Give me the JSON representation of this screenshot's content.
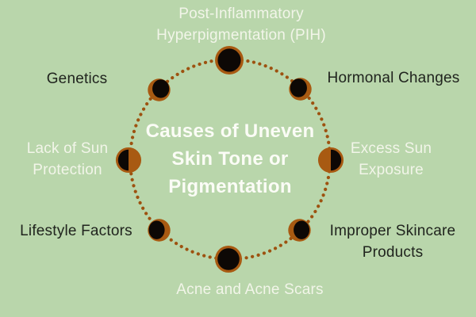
{
  "diagram": {
    "title_lines": [
      "Causes of Uneven",
      "Skin Tone or",
      "Pigmentation"
    ],
    "nodes": [
      {
        "id": "post-inflammatory-hyperpigmentation",
        "label_lines": [
          "Post-Inflammatory",
          "Hyperpigmentation (PIH)"
        ],
        "position": "top",
        "icon": "new-moon-icon",
        "tone": "light"
      },
      {
        "id": "hormonal-changes",
        "label_lines": [
          "Hormonal Changes"
        ],
        "position": "top-right",
        "icon": "eclipse-up-left-icon",
        "tone": "dark"
      },
      {
        "id": "excess-sun-exposure",
        "label_lines": [
          "Excess Sun",
          "Exposure"
        ],
        "position": "right",
        "icon": "half-moon-right-icon",
        "tone": "light"
      },
      {
        "id": "improper-skincare-products",
        "label_lines": [
          "Improper Skincare",
          "Products"
        ],
        "position": "bottom-right",
        "icon": "eclipse-right-icon",
        "tone": "dark"
      },
      {
        "id": "acne-and-acne-scars",
        "label_lines": [
          "Acne and Acne Scars"
        ],
        "position": "bottom",
        "icon": "new-moon-icon",
        "tone": "light"
      },
      {
        "id": "lifestyle-factors",
        "label_lines": [
          "Lifestyle Factors"
        ],
        "position": "bottom-left",
        "icon": "eclipse-left-icon",
        "tone": "dark"
      },
      {
        "id": "lack-of-sun-protection",
        "label_lines": [
          "Lack of Sun",
          "Protection"
        ],
        "position": "left",
        "icon": "half-moon-left-icon",
        "tone": "light"
      },
      {
        "id": "genetics",
        "label_lines": [
          "Genetics"
        ],
        "position": "top-left",
        "icon": "eclipse-up-right-icon",
        "tone": "dark"
      }
    ]
  },
  "colors": {
    "background": "#b9d6ab",
    "dot_ring_brown": "#9d5210",
    "node_brown": "#a85a12",
    "node_black": "#0d0805",
    "title_white": "#fbfcf6",
    "label_white": "#f2f5e9",
    "label_dark": "#20241e"
  }
}
